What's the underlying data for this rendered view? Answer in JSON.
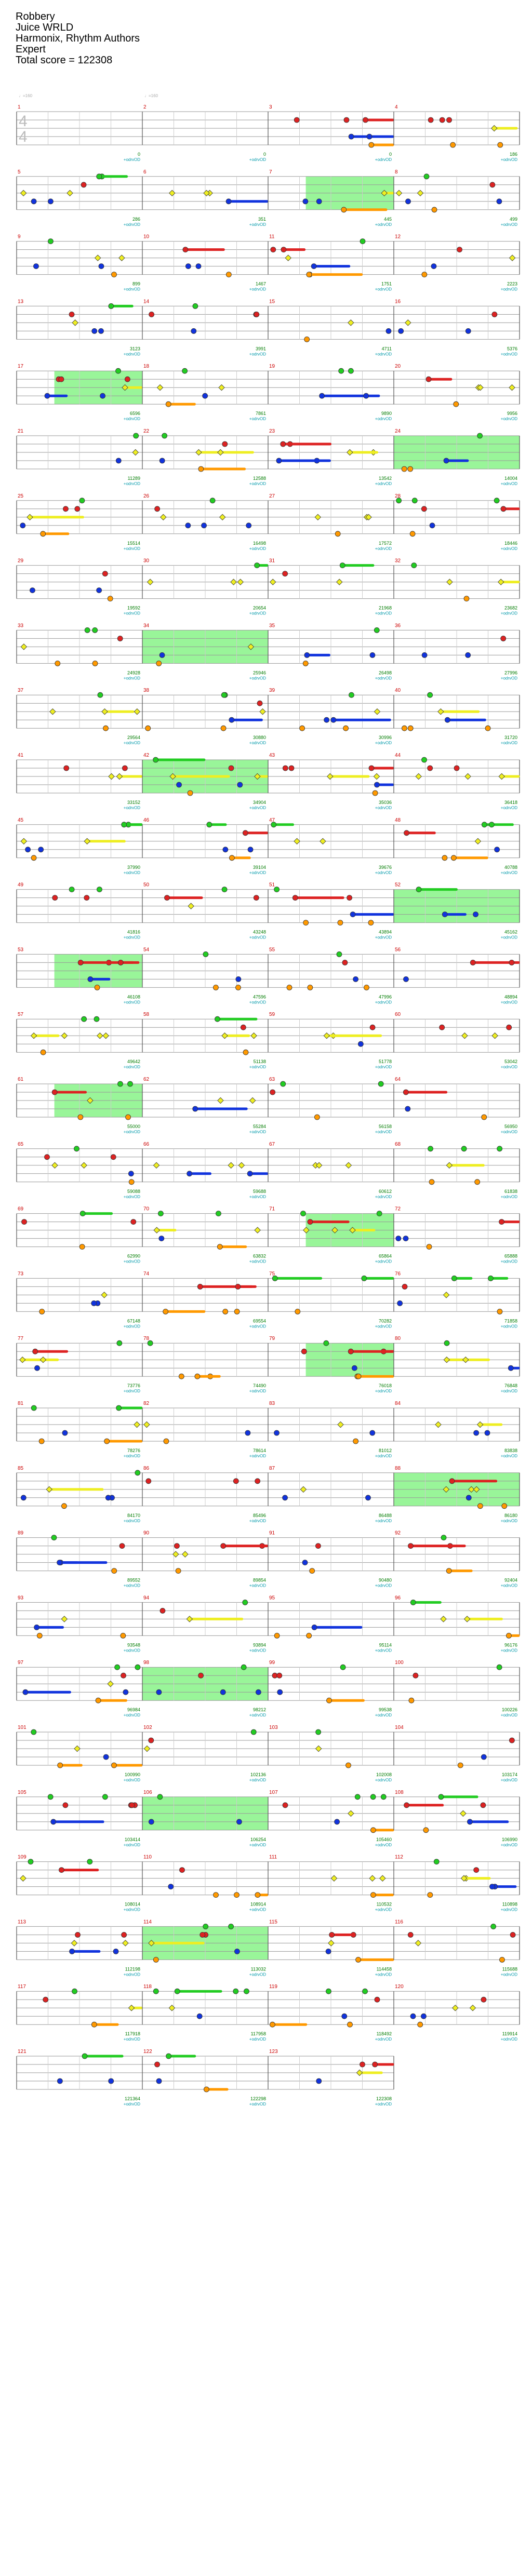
{
  "song": {
    "title": "Robbery",
    "artist": "Juice WRLD",
    "charter": "Harmonix, Rhythm Authors",
    "difficulty": "Expert",
    "total_score_text": "Total score = 122308"
  },
  "chart_info": {
    "tempo_marks": [
      "♩=160",
      "♩=160"
    ],
    "time_signature": [
      "4",
      "4"
    ],
    "overdrive_label": "+odrvOD"
  },
  "colors": {
    "green": "#22cc22",
    "red": "#dd2222",
    "yellow": "#eeee22",
    "blue": "#1133dd",
    "orange": "#ff9900",
    "overdrive_fill": "#99f599",
    "staff_line": "#999999",
    "measure_number": "#cc0000",
    "score_text": "#007c00"
  },
  "measures": [
    {
      "n": 1,
      "score": "0"
    },
    {
      "n": 2,
      "score": "0"
    },
    {
      "n": 3,
      "score": "0"
    },
    {
      "n": 4,
      "score": "186"
    },
    {
      "n": 5,
      "score": "286"
    },
    {
      "n": 6,
      "score": "351"
    },
    {
      "n": 7,
      "score": "445"
    },
    {
      "n": 8,
      "score": "499"
    },
    {
      "n": 9,
      "score": "899"
    },
    {
      "n": 10,
      "score": "1467"
    },
    {
      "n": 11,
      "score": "1751"
    },
    {
      "n": 12,
      "score": "2223"
    },
    {
      "n": 13,
      "score": "3123"
    },
    {
      "n": 14,
      "score": "3991"
    },
    {
      "n": 15,
      "score": "4711"
    },
    {
      "n": 16,
      "score": "5376"
    },
    {
      "n": 17,
      "score": "6596"
    },
    {
      "n": 18,
      "score": "7861"
    },
    {
      "n": 19,
      "score": "9890"
    },
    {
      "n": 20,
      "score": "9956"
    },
    {
      "n": 21,
      "score": "11289"
    },
    {
      "n": 22,
      "score": "12588"
    },
    {
      "n": 23,
      "score": "13542"
    },
    {
      "n": 24,
      "score": "14004"
    },
    {
      "n": 25,
      "score": "15514"
    },
    {
      "n": 26,
      "score": "16498"
    },
    {
      "n": 27,
      "score": "17572"
    },
    {
      "n": 28,
      "score": "18446"
    },
    {
      "n": 29,
      "score": "19592"
    },
    {
      "n": 30,
      "score": "20654"
    },
    {
      "n": 31,
      "score": "21968"
    },
    {
      "n": 32,
      "score": "23682"
    },
    {
      "n": 33,
      "score": "24928"
    },
    {
      "n": 34,
      "score": "25946"
    },
    {
      "n": 35,
      "score": "26498"
    },
    {
      "n": 36,
      "score": "27996"
    },
    {
      "n": 37,
      "score": "29564"
    },
    {
      "n": 38,
      "score": "30880"
    },
    {
      "n": 39,
      "score": "30996"
    },
    {
      "n": 40,
      "score": "31720"
    },
    {
      "n": 41,
      "score": "33152"
    },
    {
      "n": 42,
      "score": "34904"
    },
    {
      "n": 43,
      "score": "35036"
    },
    {
      "n": 44,
      "score": "36418"
    },
    {
      "n": 45,
      "score": "37990"
    },
    {
      "n": 46,
      "score": "39104"
    },
    {
      "n": 47,
      "score": "39676"
    },
    {
      "n": 48,
      "score": "40788"
    },
    {
      "n": 49,
      "score": "41816"
    },
    {
      "n": 50,
      "score": "43248"
    },
    {
      "n": 51,
      "score": "43894"
    },
    {
      "n": 52,
      "score": "45162"
    },
    {
      "n": 53,
      "score": "46108"
    },
    {
      "n": 54,
      "score": "47596"
    },
    {
      "n": 55,
      "score": "47996"
    },
    {
      "n": 56,
      "score": "48894"
    },
    {
      "n": 57,
      "score": "49642"
    },
    {
      "n": 58,
      "score": "51138"
    },
    {
      "n": 59,
      "score": "51778"
    },
    {
      "n": 60,
      "score": "53042"
    },
    {
      "n": 61,
      "score": "55000"
    },
    {
      "n": 62,
      "score": "55284"
    },
    {
      "n": 63,
      "score": "56158"
    },
    {
      "n": 64,
      "score": "56950"
    },
    {
      "n": 65,
      "score": "59088"
    },
    {
      "n": 66,
      "score": "59688"
    },
    {
      "n": 67,
      "score": "60612"
    },
    {
      "n": 68,
      "score": "61838"
    },
    {
      "n": 69,
      "score": "62990"
    },
    {
      "n": 70,
      "score": "63832"
    },
    {
      "n": 71,
      "score": "65864"
    },
    {
      "n": 72,
      "score": "65888"
    },
    {
      "n": 73,
      "score": "67148"
    },
    {
      "n": 74,
      "score": "69554"
    },
    {
      "n": 75,
      "score": "70282"
    },
    {
      "n": 76,
      "score": "71858"
    },
    {
      "n": 77,
      "score": "73776"
    },
    {
      "n": 78,
      "score": "74490"
    },
    {
      "n": 79,
      "score": "76018"
    },
    {
      "n": 80,
      "score": "76848"
    },
    {
      "n": 81,
      "score": "78276"
    },
    {
      "n": 82,
      "score": "78614"
    },
    {
      "n": 83,
      "score": "81012"
    },
    {
      "n": 84,
      "score": "83838"
    },
    {
      "n": 85,
      "score": "84170"
    },
    {
      "n": 86,
      "score": "85496"
    },
    {
      "n": 87,
      "score": "86488"
    },
    {
      "n": 88,
      "score": "86180"
    },
    {
      "n": 89,
      "score": "89552"
    },
    {
      "n": 90,
      "score": "89854"
    },
    {
      "n": 91,
      "score": "90480"
    },
    {
      "n": 92,
      "score": "92404"
    },
    {
      "n": 93,
      "score": "93548"
    },
    {
      "n": 94,
      "score": "93894"
    },
    {
      "n": 95,
      "score": "95114"
    },
    {
      "n": 96,
      "score": "96176"
    },
    {
      "n": 97,
      "score": "96984"
    },
    {
      "n": 98,
      "score": "98212"
    },
    {
      "n": 99,
      "score": "99538"
    },
    {
      "n": 100,
      "score": "100226"
    },
    {
      "n": 101,
      "score": "100990"
    },
    {
      "n": 102,
      "score": "102136"
    },
    {
      "n": 103,
      "score": "102008"
    },
    {
      "n": 104,
      "score": "103174"
    },
    {
      "n": 105,
      "score": "103414"
    },
    {
      "n": 106,
      "score": "106254"
    },
    {
      "n": 107,
      "score": "105460"
    },
    {
      "n": 108,
      "score": "106990"
    },
    {
      "n": 109,
      "score": "108014"
    },
    {
      "n": 110,
      "score": "108914"
    },
    {
      "n": 111,
      "score": "110532"
    },
    {
      "n": 112,
      "score": "110898"
    },
    {
      "n": 113,
      "score": "112198"
    },
    {
      "n": 114,
      "score": "113032"
    },
    {
      "n": 115,
      "score": "114458"
    },
    {
      "n": 116,
      "score": "115688"
    },
    {
      "n": 117,
      "score": "117918"
    },
    {
      "n": 118,
      "score": "117958"
    },
    {
      "n": 119,
      "score": "118492"
    },
    {
      "n": 120,
      "score": "119914"
    },
    {
      "n": 121,
      "score": "121364"
    },
    {
      "n": 122,
      "score": "122298"
    },
    {
      "n": 123,
      "score": "122308"
    }
  ]
}
